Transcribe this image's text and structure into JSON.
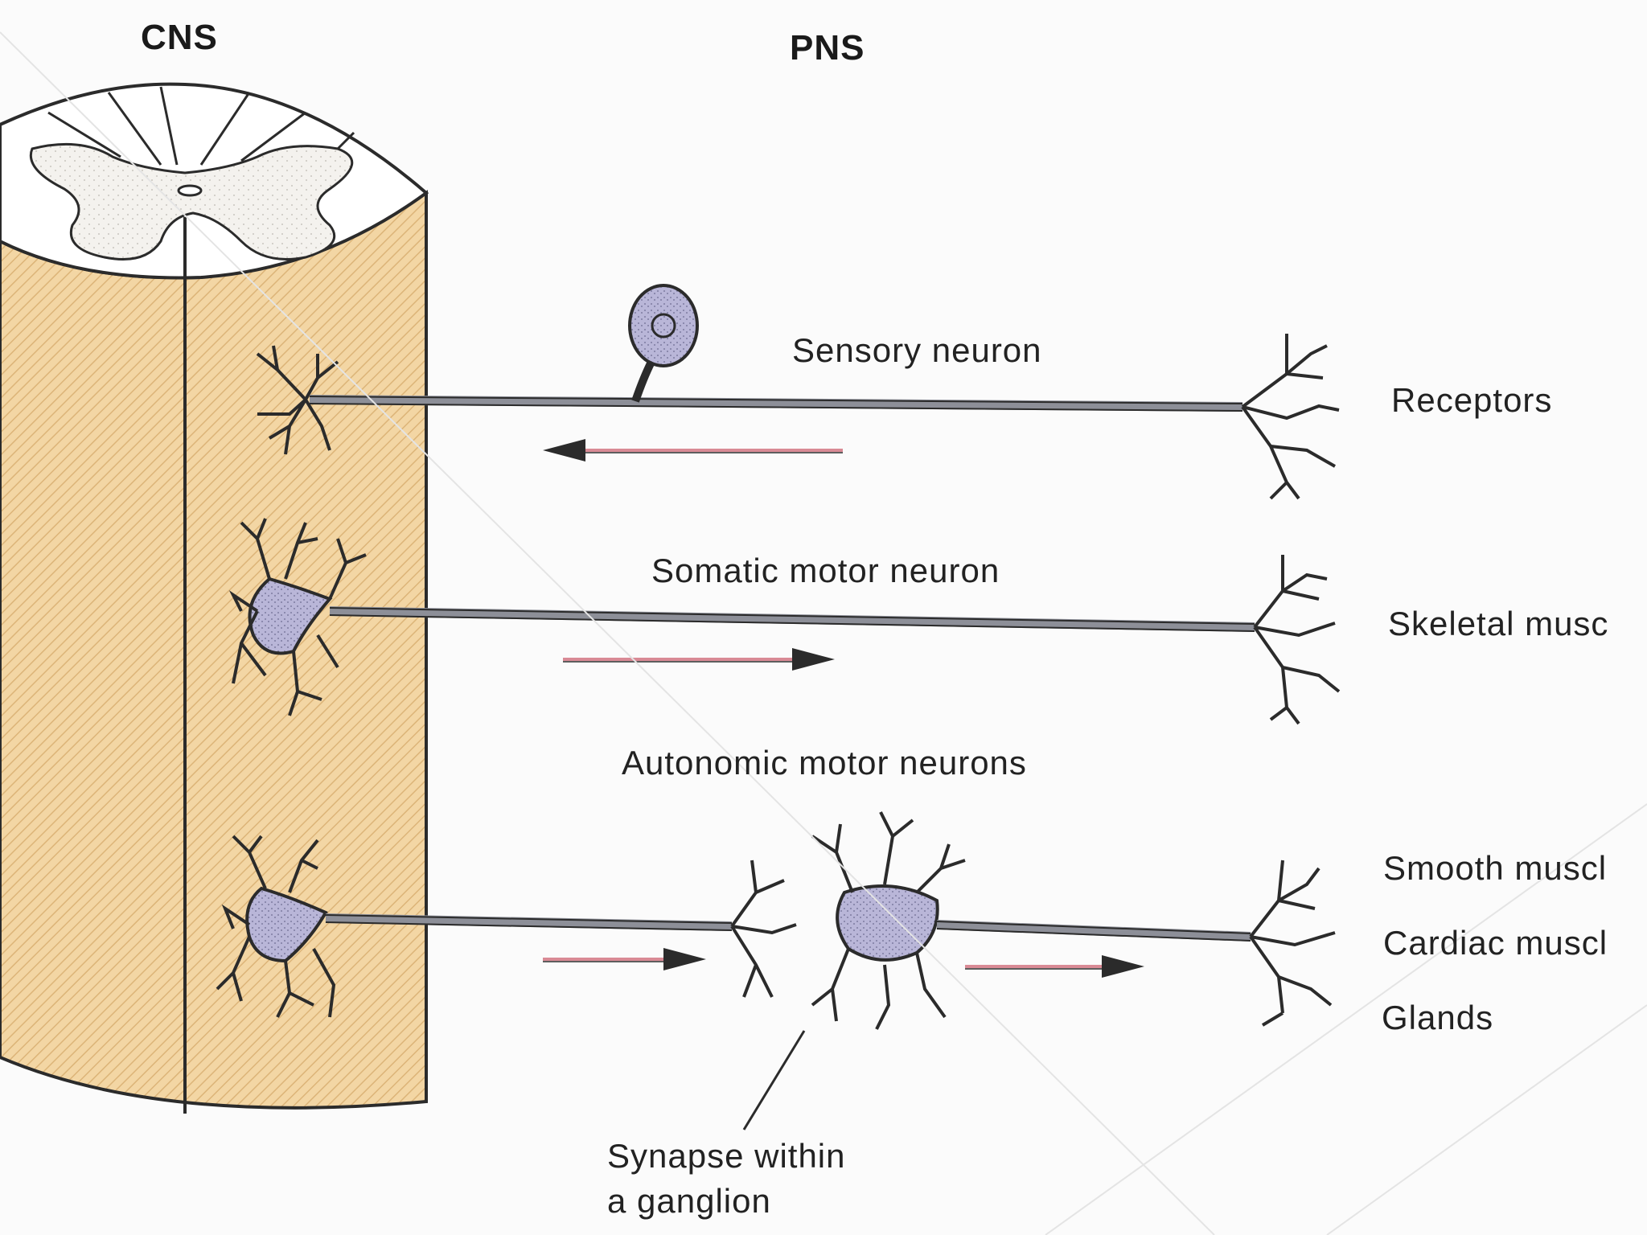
{
  "headings": {
    "cns": "CNS",
    "pns": "PNS"
  },
  "labels": {
    "sensory": "Sensory neuron",
    "somatic": "Somatic motor neuron",
    "autonomic": "Autonomic motor neurons",
    "receptors": "Receptors",
    "skeletal": "Skeletal musc",
    "smooth": "Smooth muscl",
    "cardiac": "Cardiac muscl",
    "glands": "Glands",
    "synapse_line1": "Synapse within",
    "synapse_line2": "a ganglion"
  },
  "colors": {
    "spinal_cord": "#f3d6a4",
    "grey_matter": "#f4f2ee",
    "cell_body": "#b9b6d8",
    "axon": "#8d8f98",
    "outline": "#2b2b2b",
    "arrow_shaft": "#d98a95",
    "arrow_head": "#2b2b2b"
  },
  "arrows": [
    {
      "name": "sensory-direction-arrow",
      "direction": "left"
    },
    {
      "name": "somatic-direction-arrow",
      "direction": "right"
    },
    {
      "name": "autonomic-preganglionic-arrow",
      "direction": "right"
    },
    {
      "name": "autonomic-postganglionic-arrow",
      "direction": "right"
    }
  ]
}
